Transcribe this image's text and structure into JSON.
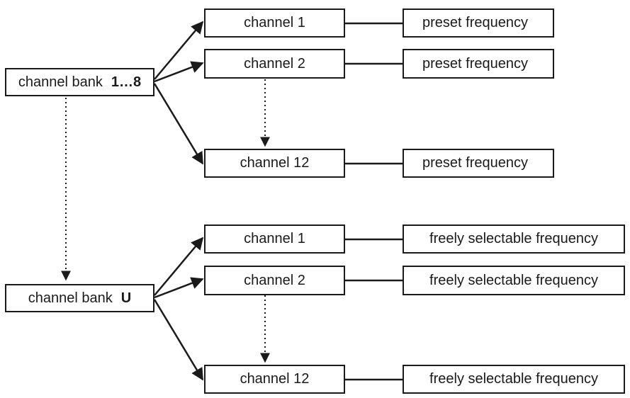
{
  "group1": {
    "bank": {
      "prefix": "channel bank",
      "suffix": "1…8"
    },
    "channels": [
      "channel 1",
      "channel 2",
      "channel 12"
    ],
    "frequencies": [
      "preset frequency",
      "preset frequency",
      "preset frequency"
    ]
  },
  "group2": {
    "bank": {
      "prefix": "channel bank",
      "suffix": "U"
    },
    "channels": [
      "channel 1",
      "channel 2",
      "channel 12"
    ],
    "frequencies": [
      "freely selectable frequency",
      "freely selectable frequency",
      "freely selectable frequency"
    ]
  },
  "colors": {
    "stroke": "#1a1a1a"
  }
}
